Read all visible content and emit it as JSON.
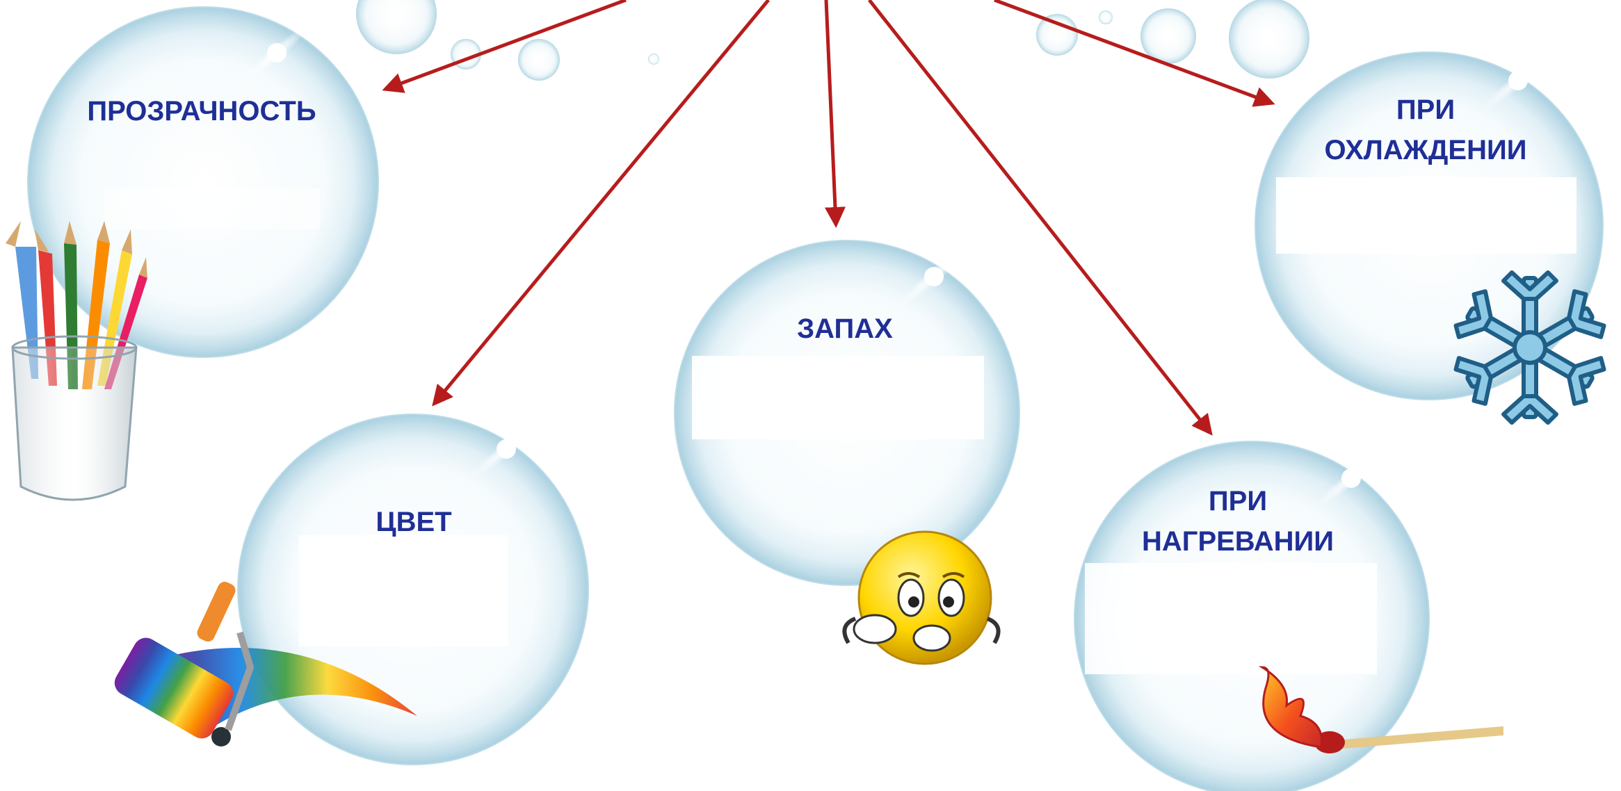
{
  "nodes": [
    {
      "id": "transparency",
      "label": "ПРОЗРАЧНОСТЬ",
      "icon": "pencils-in-glass-icon"
    },
    {
      "id": "color",
      "label": "ЦВЕТ",
      "icon": "rainbow-paint-roller-icon"
    },
    {
      "id": "smell",
      "label": "ЗАПАХ",
      "icon": "sniffing-smiley-icon"
    },
    {
      "id": "heating",
      "label_lines": [
        "ПРИ",
        "НАГРЕВАНИИ"
      ],
      "icon": "burning-match-icon"
    },
    {
      "id": "cooling",
      "label_lines": [
        "ПРИ",
        "ОХЛАЖДЕНИИ"
      ],
      "icon": "snowflake-icon"
    }
  ],
  "colors": {
    "arrow": "#b71c1c",
    "label": "#1f2f96",
    "bubble_edge": "#9fcbdc"
  }
}
